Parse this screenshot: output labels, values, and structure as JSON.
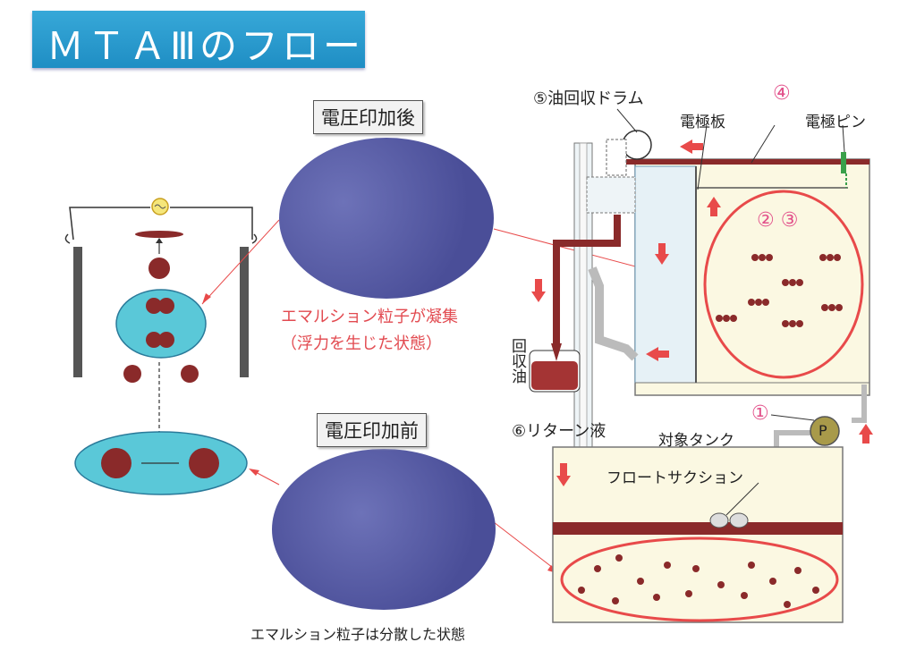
{
  "title": "ＭＴＡⅢのフロー",
  "labels": {
    "after_voltage": "電圧印加後",
    "before_voltage": "電圧印加前",
    "aggregated_line1": "エマルション粒子が凝集",
    "aggregated_line2": "（浮力を生じた状態）",
    "dispersed": "エマルション粒子は分散した状態",
    "oil_drum": "⑤油回収ドラム",
    "electrode_plate": "電極板",
    "electrode_pin": "電極ピン",
    "num4": "④",
    "num23": "② ③",
    "num1": "①",
    "pump": "P",
    "recovered_oil": "回収油",
    "return_liquid": "⑥リターン液",
    "target_tank": "対象タンク",
    "float_suction": "フロートサクション"
  },
  "colors": {
    "title_bg": "#2b9bd0",
    "micro_purple": "#5a5fa8",
    "oil_red": "#8a2a2a",
    "arrow_red": "#e84a4a",
    "ellipse_red": "#e84a4a",
    "tank_fill": "#fbf8e2",
    "cyan": "#5ac8d8"
  }
}
